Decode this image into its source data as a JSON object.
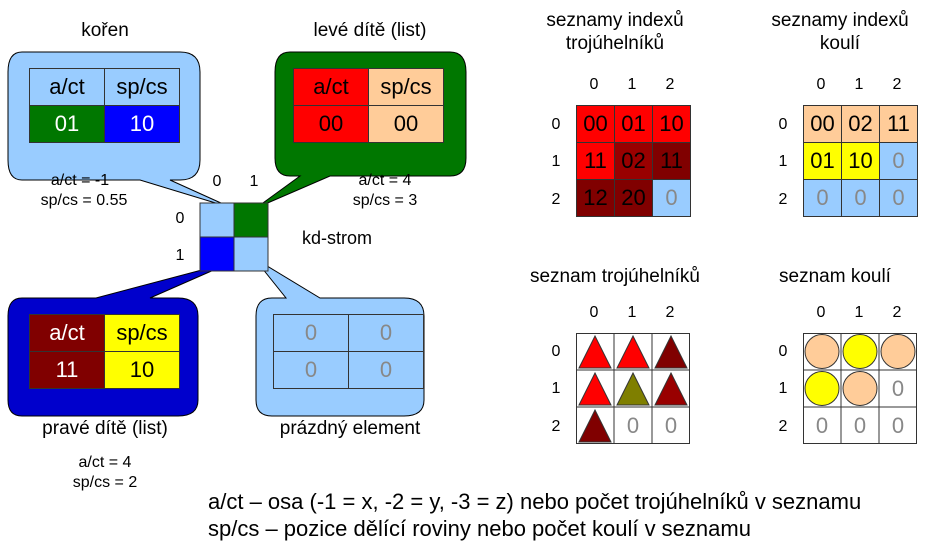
{
  "left": {
    "root": {
      "title": "kořen",
      "h1": "a/ct",
      "h2": "sp/cs",
      "v1": "01",
      "v2": "10",
      "info1": "a/ct = -1",
      "info2": "sp/cs = 0.55"
    },
    "left_child": {
      "title": "levé dítě (list)",
      "h1": "a/ct",
      "h2": "sp/cs",
      "v1": "00",
      "v2": "00",
      "info1": "a/ct = 4",
      "info2": "sp/cs = 3"
    },
    "right_child": {
      "title": "pravé dítě (list)",
      "h1": "a/ct",
      "h2": "sp/cs",
      "v1": "11",
      "v2": "10",
      "info1": "a/ct = 4",
      "info2": "sp/cs = 2"
    },
    "empty": {
      "title": "prázdný element",
      "cells": [
        "0",
        "0",
        "0",
        "0"
      ]
    },
    "tree_label": "kd-strom",
    "col0": "0",
    "col1": "1",
    "row0": "0",
    "row1": "1"
  },
  "grids": {
    "tri_index": {
      "title1": "seznamy indexů",
      "title2": "trojúhelníků",
      "cols": [
        "0",
        "1",
        "2"
      ],
      "rows": [
        "0",
        "1",
        "2"
      ],
      "cells": [
        [
          "00",
          "01",
          "10"
        ],
        [
          "11",
          "02",
          "11"
        ],
        [
          "12",
          "20",
          "0"
        ]
      ]
    },
    "sph_index": {
      "title1": "seznamy indexů",
      "title2": "koulí",
      "cols": [
        "0",
        "1",
        "2"
      ],
      "rows": [
        "0",
        "1",
        "2"
      ],
      "cells": [
        [
          "00",
          "02",
          "11"
        ],
        [
          "01",
          "10",
          "0"
        ],
        [
          "0",
          "0",
          "0"
        ]
      ]
    },
    "tri_list": {
      "title": "seznam trojúhelníků",
      "cols": [
        "0",
        "1",
        "2"
      ],
      "rows": [
        "0",
        "1",
        "2"
      ],
      "cells": [
        [
          "",
          "",
          ""
        ],
        [
          "",
          "",
          ""
        ],
        [
          "",
          "0",
          "0"
        ]
      ]
    },
    "sph_list": {
      "title": "seznam koulí",
      "cols": [
        "0",
        "1",
        "2"
      ],
      "rows": [
        "0",
        "1",
        "2"
      ],
      "cells": [
        [
          "",
          "",
          ""
        ],
        [
          "",
          "",
          "0"
        ],
        [
          "0",
          "0",
          "0"
        ]
      ]
    }
  },
  "legend": {
    "line1": "a/ct – osa (-1 = x, -2 = y, -3 = z) nebo počet trojúhelníků v seznamu",
    "line2": "sp/cs – pozice dělící roviny nebo počet koulí v seznamu"
  },
  "colors": {
    "light_blue": "#99ccff",
    "green": "#007700",
    "blue": "#0000ff",
    "dark_blue": "#0000cc",
    "red": "#ff0000",
    "dark_red": "#990000",
    "darker_red": "#800000",
    "mid_red": "#cc0000",
    "peach": "#ffcc99",
    "yellow": "#ffff00",
    "olive": "#7f7f00",
    "gray_text": "#888888"
  }
}
